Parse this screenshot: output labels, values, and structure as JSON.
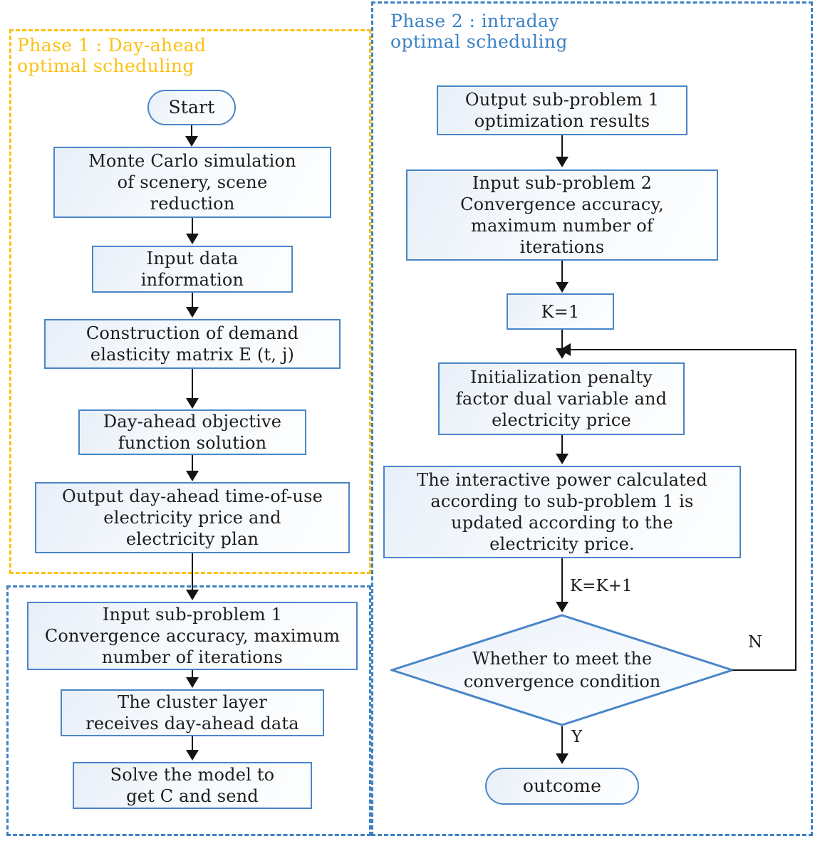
{
  "diagram": {
    "title": "Two-phase optimal scheduling flowchart",
    "colors": {
      "phase1_border": "#FCC116",
      "phase2_border": "#3C82C4",
      "node_border": "#4A86C8",
      "connector": "#141414"
    }
  },
  "phases": [
    {
      "id": "phase1",
      "label": "Phase 1 : Day-ahead\noptimal scheduling",
      "color": "#FCC116"
    },
    {
      "id": "phase2",
      "label": "Phase 2 : intraday\noptimal scheduling",
      "color": "#3C82C4"
    }
  ],
  "nodes": {
    "start": {
      "label": "Start",
      "shape": "terminator"
    },
    "monte_carlo": {
      "label": "Monte Carlo simulation\nof scenery, scene\nreduction",
      "shape": "process"
    },
    "input_data": {
      "label": "Input data\ninformation",
      "shape": "process"
    },
    "elasticity": {
      "label": "Construction of demand\nelasticity matrix E (t, j)",
      "shape": "process"
    },
    "objective": {
      "label": "Day-ahead objective\nfunction solution",
      "shape": "process"
    },
    "output_dayahead": {
      "label": "Output day-ahead time-of-use\nelectricity price and\nelectricity plan",
      "shape": "process"
    },
    "input_sub1": {
      "label": "Input sub-problem 1\nConvergence accuracy, maximum\nnumber of iterations",
      "shape": "process"
    },
    "cluster_layer": {
      "label": "The cluster layer\nreceives day-ahead data",
      "shape": "process"
    },
    "solve_model": {
      "label": "Solve the model to\nget C and send",
      "shape": "process"
    },
    "output_sub1": {
      "label": "Output sub-problem 1\noptimization results",
      "shape": "process"
    },
    "input_sub2": {
      "label": "Input sub-problem 2\nConvergence accuracy,\nmaximum number of\niterations",
      "shape": "process"
    },
    "k_init": {
      "label": "K=1",
      "shape": "process"
    },
    "initialization": {
      "label": "Initialization penalty\nfactor dual variable and\nelectricity price",
      "shape": "process"
    },
    "interactive_power": {
      "label": "The interactive power calculated\naccording to sub-problem 1 is\nupdated according to the\nelectricity price.",
      "shape": "process"
    },
    "decision": {
      "label": "Whether to meet the\nconvergence condition",
      "shape": "decision"
    },
    "outcome": {
      "label": "outcome",
      "shape": "terminator"
    }
  },
  "edge_labels": {
    "k_increment": "K=K+1",
    "no": "N",
    "yes": "Y"
  }
}
